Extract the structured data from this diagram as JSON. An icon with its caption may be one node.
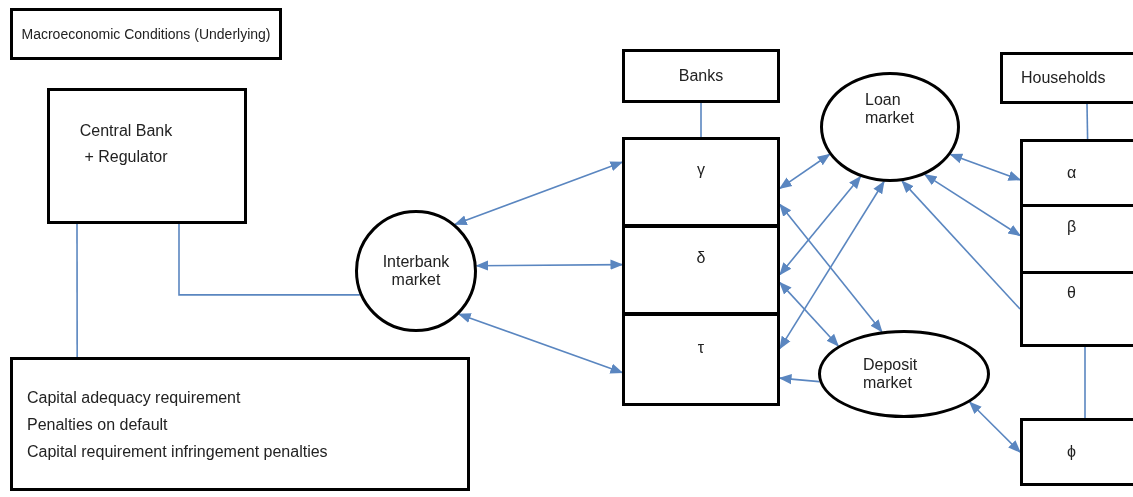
{
  "diagram": {
    "nodes": [
      {
        "text": [
          "Macroeconomic Conditions (Underlying)"
        ]
      },
      {
        "text": [
          "Central Bank + Regulator"
        ]
      },
      {
        "text": [
          "Interbank market"
        ]
      },
      {
        "text": [
          "Banks"
        ]
      },
      {
        "text": [
          "γ"
        ]
      },
      {
        "text": [
          "δ"
        ]
      },
      {
        "text": [
          "τ"
        ]
      },
      {
        "text": [
          "Loan market"
        ]
      },
      {
        "text": [
          "Deposit market"
        ]
      },
      {
        "text": [
          "Households"
        ]
      },
      {
        "text": [
          "α"
        ]
      },
      {
        "text": [
          "β"
        ]
      },
      {
        "text": [
          "θ"
        ]
      },
      {
        "text": [
          "ϕ"
        ]
      },
      {
        "text": [
          "Capital adequacy requirement",
          "Penalties on default",
          "Capital requirement infringement penalties"
        ]
      }
    ],
    "edges": [
      {
        "from": 3,
        "to": 4,
        "arrow": "none"
      },
      {
        "from": 9,
        "to": 10,
        "arrow": "none"
      },
      {
        "from": 12,
        "to": 13,
        "arrow": "none"
      },
      {
        "from": 1,
        "to": 14,
        "arrow": "none"
      },
      {
        "from": 1,
        "to": 2,
        "arrow": "none"
      },
      {
        "from": 2,
        "to": 4,
        "arrow": "both"
      },
      {
        "from": 2,
        "to": 5,
        "arrow": "both"
      },
      {
        "from": 2,
        "to": 6,
        "arrow": "both"
      },
      {
        "from": 7,
        "to": 4,
        "arrow": "both"
      },
      {
        "from": 7,
        "to": 5,
        "arrow": "both"
      },
      {
        "from": 7,
        "to": 6,
        "arrow": "both"
      },
      {
        "from": 4,
        "to": 8,
        "arrow": "both"
      },
      {
        "from": 5,
        "to": 8,
        "arrow": "both"
      },
      {
        "from": 8,
        "to": 6,
        "arrow": "to"
      },
      {
        "from": 7,
        "to": 10,
        "arrow": "both"
      },
      {
        "from": 11,
        "to": 7,
        "arrow": "both"
      },
      {
        "from": 12,
        "to": 7,
        "arrow": "to"
      },
      {
        "from": 8,
        "to": 13,
        "arrow": "both"
      }
    ]
  }
}
